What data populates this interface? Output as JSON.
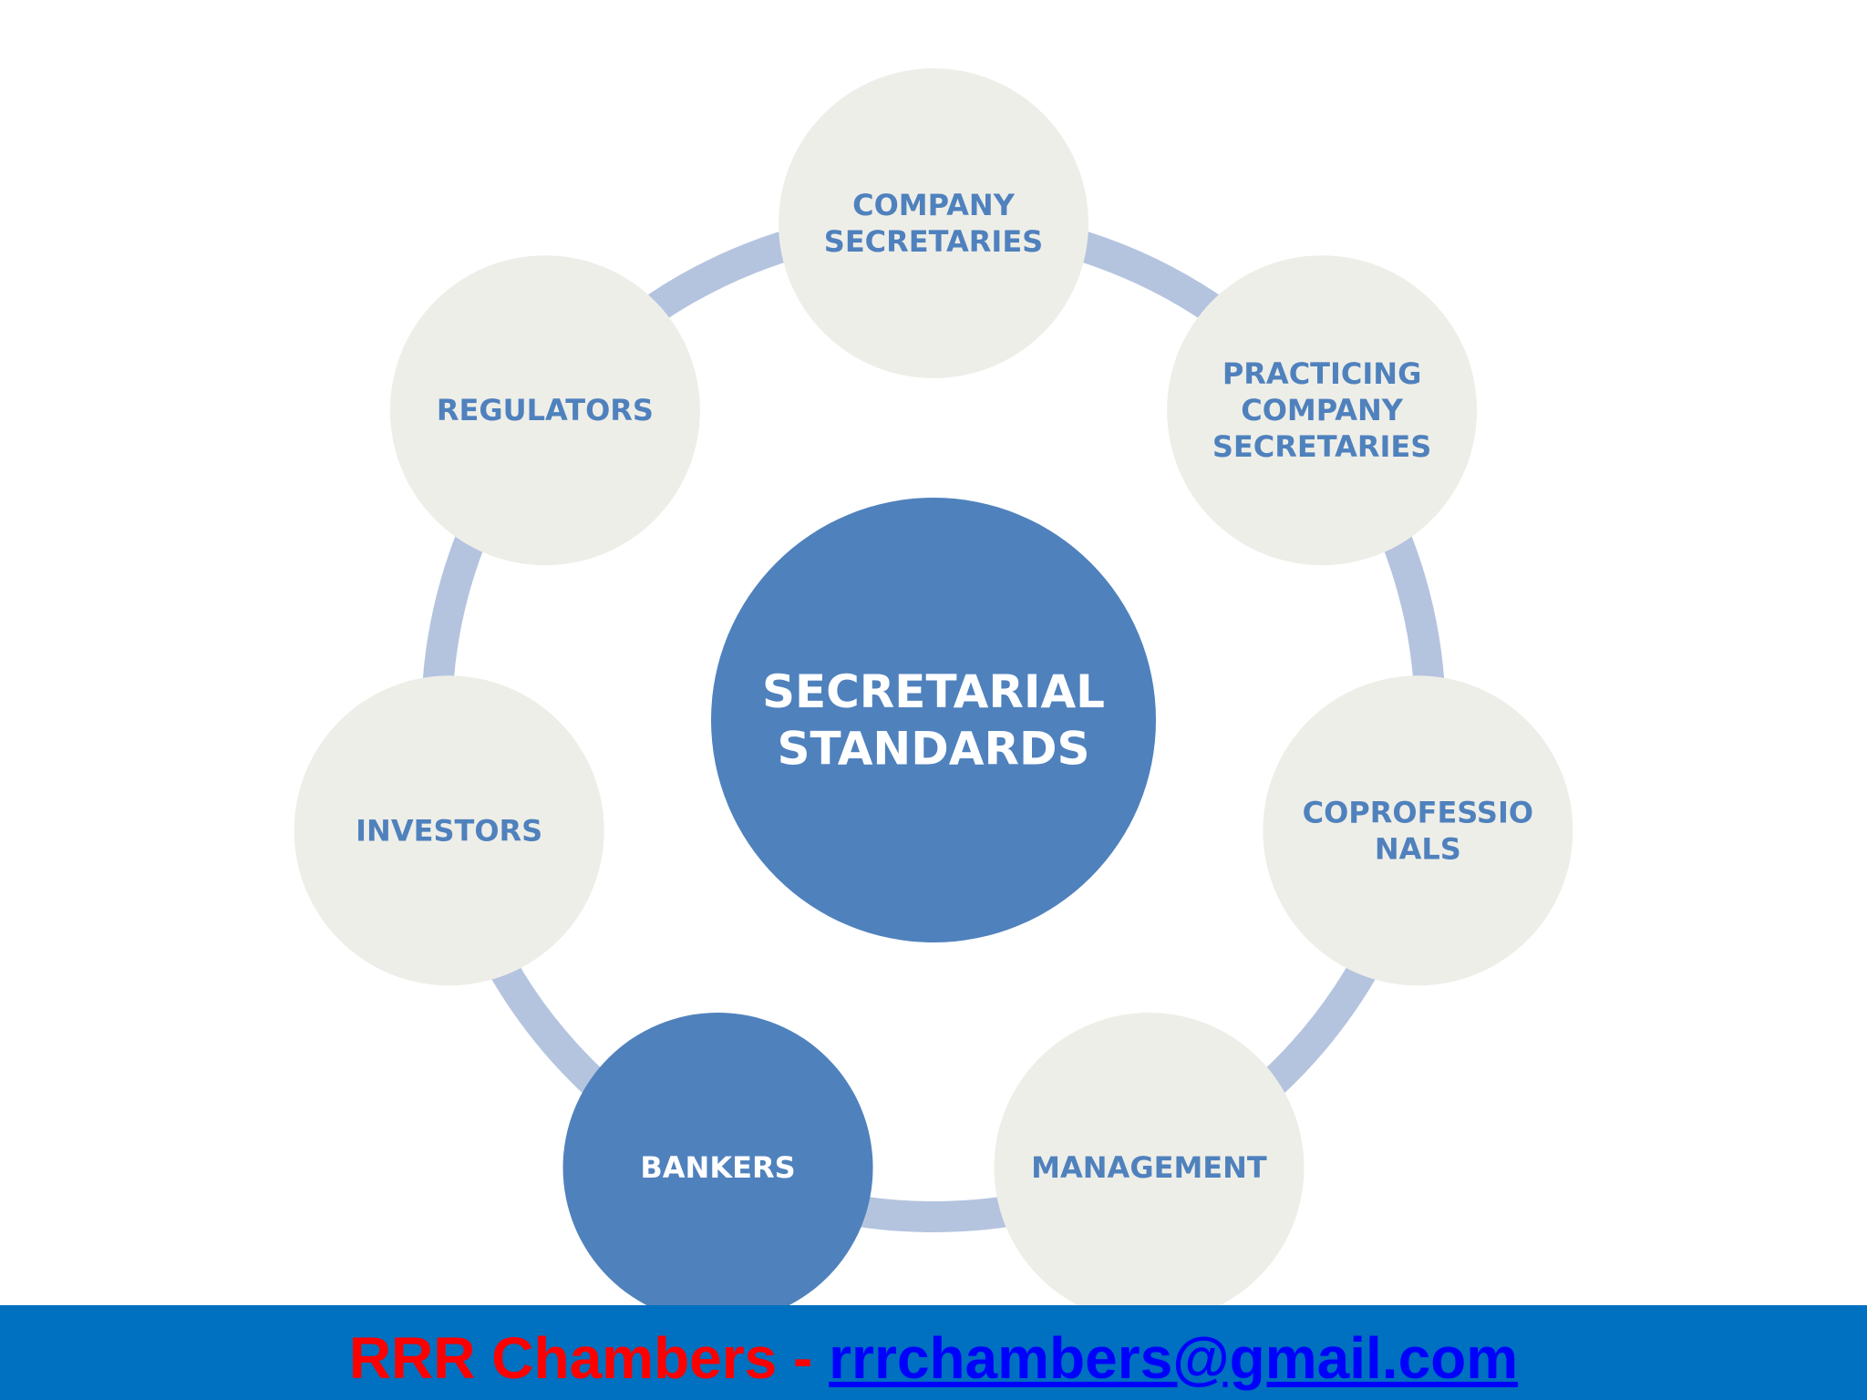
{
  "center": {
    "lines": [
      "SECRETARIAL",
      "STANDARDS"
    ]
  },
  "nodes": [
    {
      "id": "company-secretaries",
      "lines": [
        "COMPANY",
        "SECRETARIES"
      ]
    },
    {
      "id": "practicing-company-secretaries",
      "lines": [
        "PRACTICING",
        "COMPANY",
        "SECRETARIES"
      ]
    },
    {
      "id": "coprofessionals",
      "lines": [
        "COPROFESSIO",
        "NALS"
      ]
    },
    {
      "id": "management",
      "lines": [
        "MANAGEMENT"
      ]
    },
    {
      "id": "bankers",
      "lines": [
        "BANKERS"
      ]
    },
    {
      "id": "investors",
      "lines": [
        "INVESTORS"
      ]
    },
    {
      "id": "regulators",
      "lines": [
        "REGULATORS"
      ]
    }
  ],
  "highlighted_node": "bankers",
  "colors": {
    "ring": "#b4c4df",
    "node_fill": "#eeeee8",
    "node_text": "#4f81bd",
    "center_fill": "#4f81bd",
    "center_text": "#ffffff",
    "highlight_fill": "#4f81bd",
    "highlight_text": "#ffffff",
    "footer_bg": "#0070c0",
    "footer_name": "#ff0000",
    "footer_email": "#0000ff"
  },
  "footer": {
    "name": "RRR Chambers",
    "separator": " - ",
    "email": "rrrchambers@gmail.com"
  }
}
